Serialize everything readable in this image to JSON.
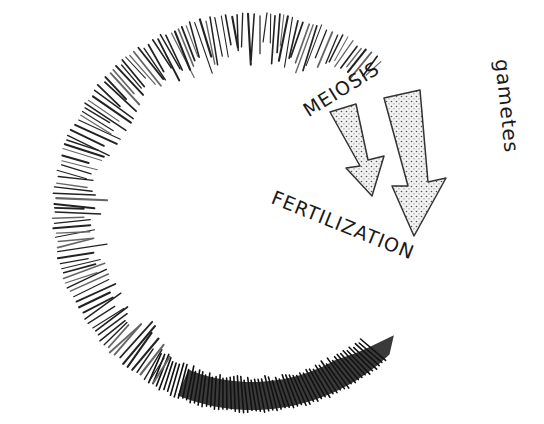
{
  "diagram": {
    "labels": [
      "MEIOSIS",
      "gametes",
      "FERTILIZATION"
    ]
  }
}
